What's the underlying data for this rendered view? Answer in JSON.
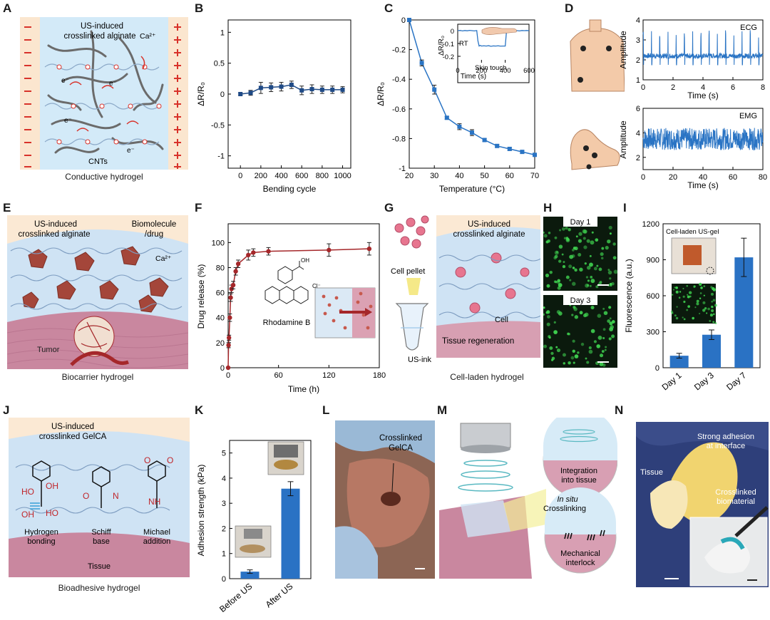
{
  "labels": {
    "A": "A",
    "B": "B",
    "C": "C",
    "D": "D",
    "E": "E",
    "F": "F",
    "G": "G",
    "H": "H",
    "I": "I",
    "J": "J",
    "K": "K",
    "L": "L",
    "M": "M",
    "N": "N"
  },
  "panel_a": {
    "title_line1": "US-induced",
    "title_line2": "crosslinked alginate",
    "ca": "Ca²⁺",
    "cnts": "CNTs",
    "caption": "Conductive hydrogel",
    "electron": "e⁻"
  },
  "panel_e": {
    "title_line1": "US-induced",
    "title_line2": "crosslinked alginate",
    "bio_line1": "Biomolecule",
    "bio_line2": "/drug",
    "ca": "Ca²⁺",
    "tumor": "Tumor",
    "caption": "Biocarrier hydrogel"
  },
  "panel_g": {
    "title_line1": "US-induced",
    "title_line2": "crosslinked alginate",
    "pellet": "Cell pellet",
    "cell": "Cell",
    "ink": "US-ink",
    "regen": "Tissue regeneration",
    "caption": "Cell-laden hydrogel"
  },
  "panel_h": {
    "day1": "Day 1",
    "day3": "Day 3"
  },
  "panel_j": {
    "title_line1": "US-induced",
    "title_line2": "crosslinked GelCA",
    "hb_line1": "Hydrogen",
    "hb_line2": "bonding",
    "sb_line1": "Schiff",
    "sb_line2": "base",
    "ma_line1": "Michael",
    "ma_line2": "addition",
    "tissue": "Tissue",
    "caption": "Bioadhesive hydrogel",
    "ho": "HO",
    "oh": "OH",
    "o": "O",
    "n": "N",
    "nh": "NH"
  },
  "panel_l": {
    "line1": "Crosslinked",
    "line2": "GelCA"
  },
  "panel_m": {
    "int_line1": "Integration",
    "int_line2": "into tissue",
    "insitu": "In situ",
    "crosslinking": "Crosslinking",
    "mech_line1": "Mechanical",
    "mech_line2": "interlock"
  },
  "panel_n": {
    "strong_line1": "Strong adhesion",
    "strong_line2": "at interface",
    "tissue": "Tissue",
    "cross_line1": "Crosslinked",
    "cross_line2": "biomaterial"
  },
  "colors": {
    "line": "#1f5fa8",
    "bar": "#2a72c4",
    "drug": "#a5272a",
    "gel": "#cfe6f7",
    "tissue": "#c98fa8"
  },
  "chart_data": [
    {
      "id": "B",
      "type": "line",
      "xlabel": "Bending cycle",
      "ylabel": "ΔR/R₀",
      "xlim": [
        -120,
        1080
      ],
      "ylim": [
        -1.2,
        1.2
      ],
      "xticks": [
        0,
        200,
        400,
        600,
        800,
        1000
      ],
      "yticks": [
        -1,
        -0.5,
        0,
        0.5,
        1
      ],
      "x": [
        0,
        100,
        200,
        300,
        400,
        500,
        600,
        700,
        800,
        900,
        1000
      ],
      "y": [
        0.0,
        0.02,
        0.1,
        0.11,
        0.12,
        0.15,
        0.06,
        0.08,
        0.07,
        0.07,
        0.07
      ],
      "err": [
        0.02,
        0.04,
        0.09,
        0.07,
        0.07,
        0.06,
        0.07,
        0.07,
        0.06,
        0.06,
        0.05
      ]
    },
    {
      "id": "C",
      "type": "line",
      "xlabel": "Temperature (°C)",
      "ylabel": "ΔR/R₀",
      "xlim": [
        20,
        70
      ],
      "ylim": [
        -1.0,
        0
      ],
      "xticks": [
        20,
        30,
        40,
        50,
        60,
        70
      ],
      "yticks": [
        0,
        -0.2,
        -0.4,
        -0.6,
        -0.8,
        -1
      ],
      "x": [
        20,
        25,
        30,
        35,
        40,
        45,
        50,
        55,
        60,
        65,
        70
      ],
      "y": [
        0,
        -0.29,
        -0.47,
        -0.66,
        -0.72,
        -0.76,
        -0.81,
        -0.85,
        -0.87,
        -0.89,
        -0.91
      ],
      "err": [
        0,
        0.02,
        0.03,
        0.01,
        0.02,
        0.02,
        0.01,
        0.01,
        0.01,
        0.01,
        0.01
      ],
      "inset": {
        "xlabel": "Time (s)",
        "ylabel": "ΔR/R₀",
        "xlim": [
          0,
          600
        ],
        "ylim": [
          -0.25,
          0.05
        ],
        "xticks": [
          0,
          200,
          400,
          600
        ],
        "yticks": [
          0,
          -0.1,
          -0.2
        ],
        "rt": "RT",
        "touch": "Skin touch",
        "x": [
          0,
          20,
          40,
          60,
          80,
          100,
          120,
          140,
          160,
          170,
          180,
          190,
          200,
          220,
          240,
          260,
          280,
          300,
          320,
          340,
          360,
          380,
          400,
          410,
          420,
          440,
          460,
          480,
          500,
          520,
          540,
          560,
          580,
          600
        ],
        "y": [
          0.0,
          0.002,
          -0.002,
          0.001,
          -0.001,
          0.002,
          0.0,
          -0.002,
          0.001,
          -0.08,
          -0.12,
          -0.115,
          -0.12,
          -0.118,
          -0.12,
          -0.117,
          -0.122,
          -0.119,
          -0.12,
          -0.118,
          -0.121,
          -0.12,
          -0.12,
          -0.01,
          0.0,
          0.002,
          -0.001,
          0.001,
          0.0,
          -0.002,
          0.001,
          0.0,
          0.001,
          0.0
        ]
      }
    },
    {
      "id": "D1",
      "type": "line",
      "series_label": "ECG",
      "xlabel": "Time (s)",
      "ylabel": "Amplitude",
      "xlim": [
        0,
        8
      ],
      "ylim": [
        1,
        4
      ],
      "xticks": [
        0,
        2,
        4,
        6,
        8
      ],
      "yticks": [
        1,
        2,
        3,
        4
      ],
      "baseline": 2.2,
      "peak": 3.5,
      "peak_interval": 0.55
    },
    {
      "id": "D2",
      "type": "line",
      "series_label": "EMG",
      "xlabel": "Time (s)",
      "ylabel": "Amplitude",
      "xlim": [
        0,
        80
      ],
      "ylim": [
        1,
        6
      ],
      "xticks": [
        0,
        20,
        40,
        60,
        80
      ],
      "yticks": [
        2,
        4,
        6
      ],
      "baseline": 3.5,
      "amplitude": 0.9
    },
    {
      "id": "F",
      "type": "line",
      "xlabel": "Time (h)",
      "ylabel": "Drug release (%)",
      "xlim": [
        0,
        180
      ],
      "ylim": [
        0,
        115
      ],
      "xticks": [
        0,
        60,
        120,
        180
      ],
      "yticks": [
        0,
        20,
        40,
        60,
        80,
        100
      ],
      "x": [
        0,
        0.5,
        1,
        2,
        3,
        4,
        6,
        9,
        12,
        24,
        30,
        48,
        120,
        168
      ],
      "y": [
        0,
        18,
        24,
        40,
        56,
        63,
        66,
        77,
        83,
        90,
        92,
        93,
        94,
        95
      ],
      "err": [
        0,
        2,
        2,
        3,
        3,
        3,
        3,
        3,
        3,
        4,
        3,
        3,
        5,
        5
      ],
      "inset_label": "Rhodamine B"
    },
    {
      "id": "I",
      "type": "bar",
      "ylabel": "Fluorescence (a.u.)",
      "ylim": [
        0,
        1200
      ],
      "yticks": [
        0,
        300,
        600,
        900,
        1200
      ],
      "categories": [
        "Day 1",
        "Day 3",
        "Day 7"
      ],
      "values": [
        100,
        275,
        920
      ],
      "err": [
        20,
        40,
        160
      ],
      "inset_label": "Cell-laden US-gel"
    },
    {
      "id": "K",
      "type": "bar",
      "ylabel": "Adhesion strength (kPa)",
      "ylim": [
        0,
        5.5
      ],
      "yticks": [
        0,
        1,
        2,
        3,
        4,
        5
      ],
      "categories": [
        "Before US",
        "After US"
      ],
      "values": [
        0.28,
        3.58
      ],
      "err": [
        0.07,
        0.28
      ]
    }
  ]
}
